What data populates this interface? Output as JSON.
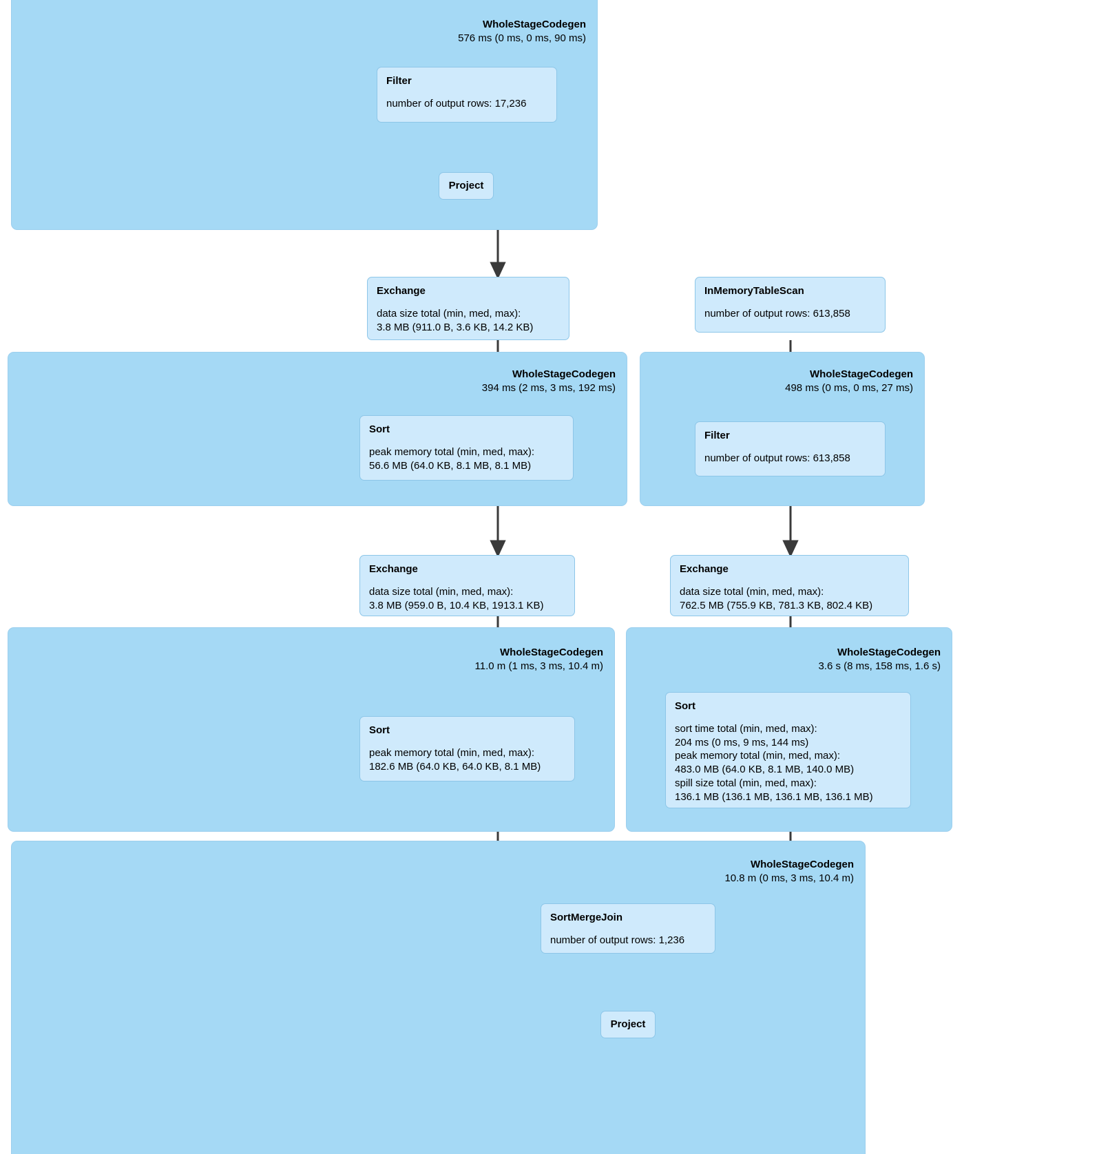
{
  "diagram": {
    "type": "spark-sql-physical-plan-dag",
    "colors": {
      "stage_fill": "#a5d9f5",
      "stage_border": "#9ccfee",
      "node_fill": "#cfeafc",
      "node_border": "#8dc6e8",
      "edge": "#3a3a3a",
      "background": "#ffffff"
    }
  },
  "stages": [
    {
      "id": "stage-1",
      "title": "WholeStageCodegen",
      "metric": "576 ms (0 ms, 0 ms, 90 ms)"
    },
    {
      "id": "stage-2",
      "title": "WholeStageCodegen",
      "metric": "394 ms (2 ms, 3 ms, 192 ms)"
    },
    {
      "id": "stage-3",
      "title": "WholeStageCodegen",
      "metric": "498 ms (0 ms, 0 ms, 27 ms)"
    },
    {
      "id": "stage-4",
      "title": "WholeStageCodegen",
      "metric": "11.0 m (1 ms, 3 ms, 10.4 m)"
    },
    {
      "id": "stage-5",
      "title": "WholeStageCodegen",
      "metric": "3.6 s (8 ms, 158 ms, 1.6 s)"
    },
    {
      "id": "stage-6",
      "title": "WholeStageCodegen",
      "metric": "10.8 m (0 ms, 3 ms, 10.4 m)"
    }
  ],
  "nodes": [
    {
      "id": "filter-1",
      "name": "Filter",
      "metrics": "number of output rows: 17,236"
    },
    {
      "id": "project-1",
      "name": "Project",
      "metrics": ""
    },
    {
      "id": "exchange-1",
      "name": "Exchange",
      "metrics": "data size total (min, med, max):\n3.8 MB (911.0 B, 3.6 KB, 14.2 KB)"
    },
    {
      "id": "inmemorytablescan-1",
      "name": "InMemoryTableScan",
      "metrics": "number of output rows: 613,858"
    },
    {
      "id": "sort-1",
      "name": "Sort",
      "metrics": "peak memory total (min, med, max):\n56.6 MB (64.0 KB, 8.1 MB, 8.1 MB)"
    },
    {
      "id": "filter-2",
      "name": "Filter",
      "metrics": "number of output rows: 613,858"
    },
    {
      "id": "exchange-2",
      "name": "Exchange",
      "metrics": "data size total (min, med, max):\n3.8 MB (959.0 B, 10.4 KB, 1913.1 KB)"
    },
    {
      "id": "exchange-3",
      "name": "Exchange",
      "metrics": "data size total (min, med, max):\n762.5 MB (755.9 KB, 781.3 KB, 802.4 KB)"
    },
    {
      "id": "sort-2",
      "name": "Sort",
      "metrics": "peak memory total (min, med, max):\n182.6 MB (64.0 KB, 64.0 KB, 8.1 MB)"
    },
    {
      "id": "sort-3",
      "name": "Sort",
      "metrics": "sort time total (min, med, max):\n204 ms (0 ms, 9 ms, 144 ms)\npeak memory total (min, med, max):\n483.0 MB (64.0 KB, 8.1 MB, 140.0 MB)\nspill size total (min, med, max):\n136.1 MB (136.1 MB, 136.1 MB, 136.1 MB)"
    },
    {
      "id": "sortmergejoin-1",
      "name": "SortMergeJoin",
      "metrics": "number of output rows: 1,236"
    },
    {
      "id": "project-2",
      "name": "Project",
      "metrics": ""
    }
  ]
}
